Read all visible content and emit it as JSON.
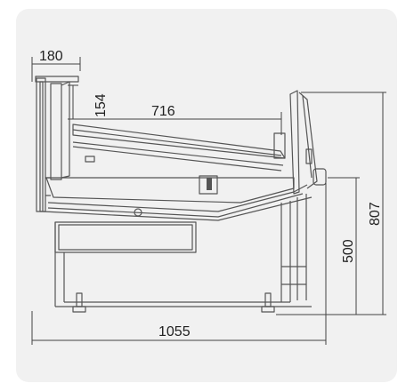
{
  "diagram": {
    "colors": {
      "background": "#f1f1f1",
      "line": "#444444"
    },
    "dimensions": {
      "top_depth": "180",
      "top_height": "154",
      "shelf_depth": "716",
      "total_height": "807",
      "counter_height": "500",
      "total_length": "1055"
    }
  }
}
